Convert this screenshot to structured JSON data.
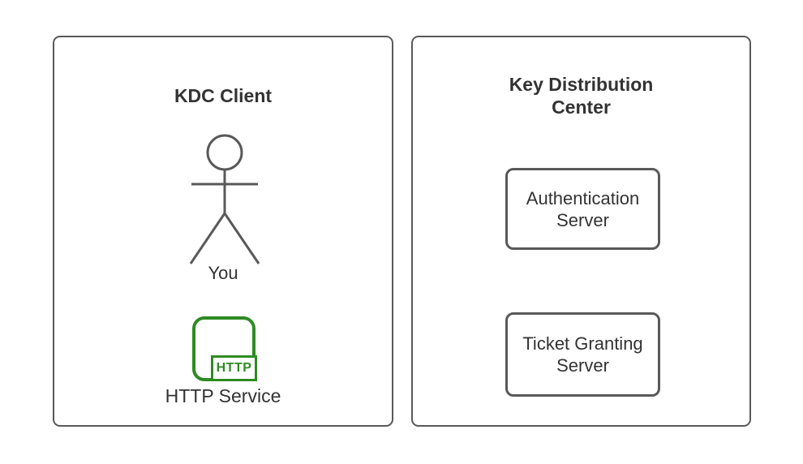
{
  "diagram": {
    "colors": {
      "stroke_gray": "#595959",
      "text": "#333333",
      "http_green": "#2e8b22",
      "background": "#ffffff"
    },
    "left_panel": {
      "title": "KDC Client",
      "actor": {
        "label": "You"
      },
      "http_service": {
        "badge_text": "HTTP",
        "label": "HTTP Service"
      }
    },
    "right_panel": {
      "title": "Key Distribution Center",
      "servers": [
        {
          "label": "Authentication Server"
        },
        {
          "label": "Ticket Granting Server"
        }
      ]
    }
  }
}
